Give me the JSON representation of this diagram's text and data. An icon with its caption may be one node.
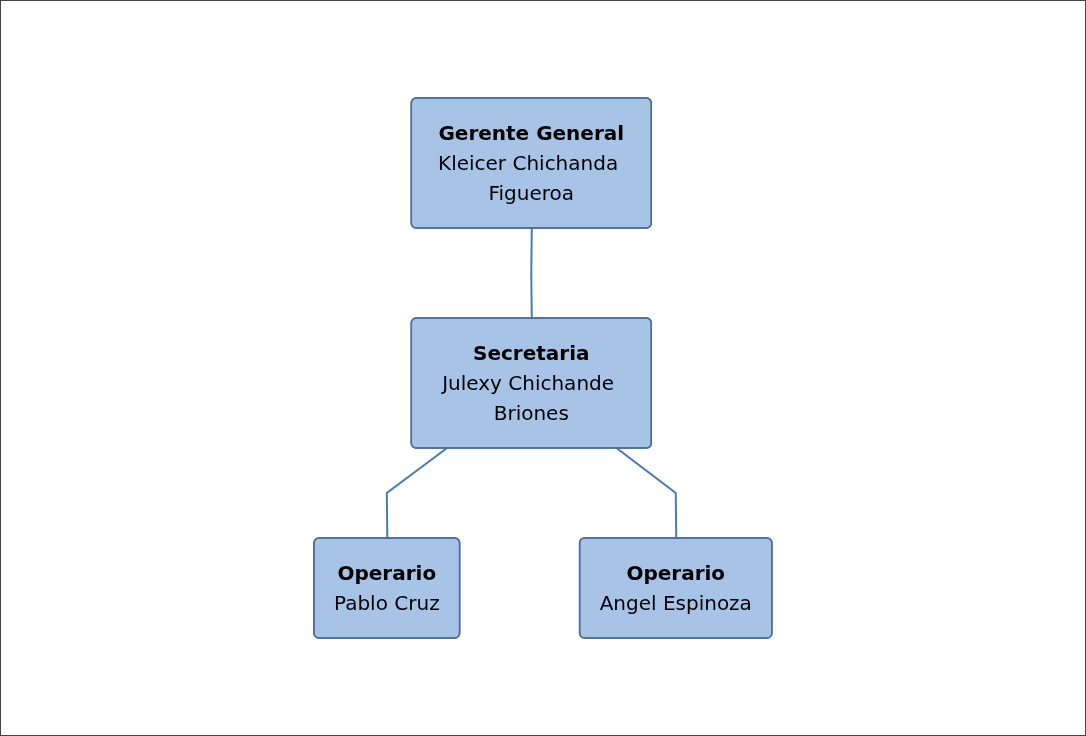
{
  "diagram": {
    "nodes": [
      {
        "text": [
          "Gerente General",
          "Kleicer Chichanda Figueroa"
        ]
      },
      {
        "text": [
          "Secretaria",
          "Julexy Chichande Briones"
        ]
      },
      {
        "text": [
          "Operario",
          "Pablo Cruz"
        ]
      },
      {
        "text": [
          "Operario",
          "Angel Espinoza"
        ]
      }
    ],
    "edges": [
      {
        "from": 0,
        "to": 1,
        "arrow": "none"
      },
      {
        "from": 1,
        "to": 2,
        "arrow": "none"
      },
      {
        "from": 1,
        "to": 3,
        "arrow": "none"
      }
    ]
  }
}
